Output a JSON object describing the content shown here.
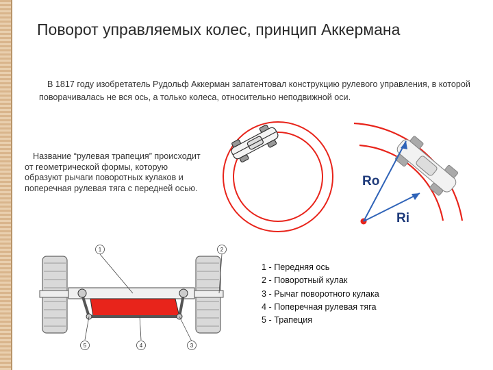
{
  "title": "Поворот управляемых колес, принцип Аккермана",
  "intro": "В 1817 году изобретатель Рудольф Аккерман запатентовал конструкцию рулевого управления, в которой поворачивалась не вся ось, а только колеса, относительно неподвижной оси.",
  "trapezoid_note": "Название “рулевая трапеция” происходит от геометрической формы, которую образуют рычаги поворотных кулаков и поперечная рулевая тяга с передней осью.",
  "turn_diagram": {
    "outer_radius_label": "Ro",
    "inner_radius_label": "Ri"
  },
  "axle_callouts": [
    "1",
    "2",
    "3",
    "4",
    "5"
  ],
  "legend": [
    {
      "num": "1",
      "text": " - Передняя ось"
    },
    {
      "num": "2",
      "text": " - Поворотный кулак"
    },
    {
      "num": "3",
      "text": " - Рычаг поворотного кулака"
    },
    {
      "num": "4",
      "text": " - Поперечная рулевая тяга"
    },
    {
      "num": "5",
      "text": " - Трапеция"
    }
  ],
  "colors": {
    "accent_red": "#e8241b",
    "radius_blue": "#2f63b8",
    "text": "#222222",
    "sidebar": "#d9b58c"
  }
}
